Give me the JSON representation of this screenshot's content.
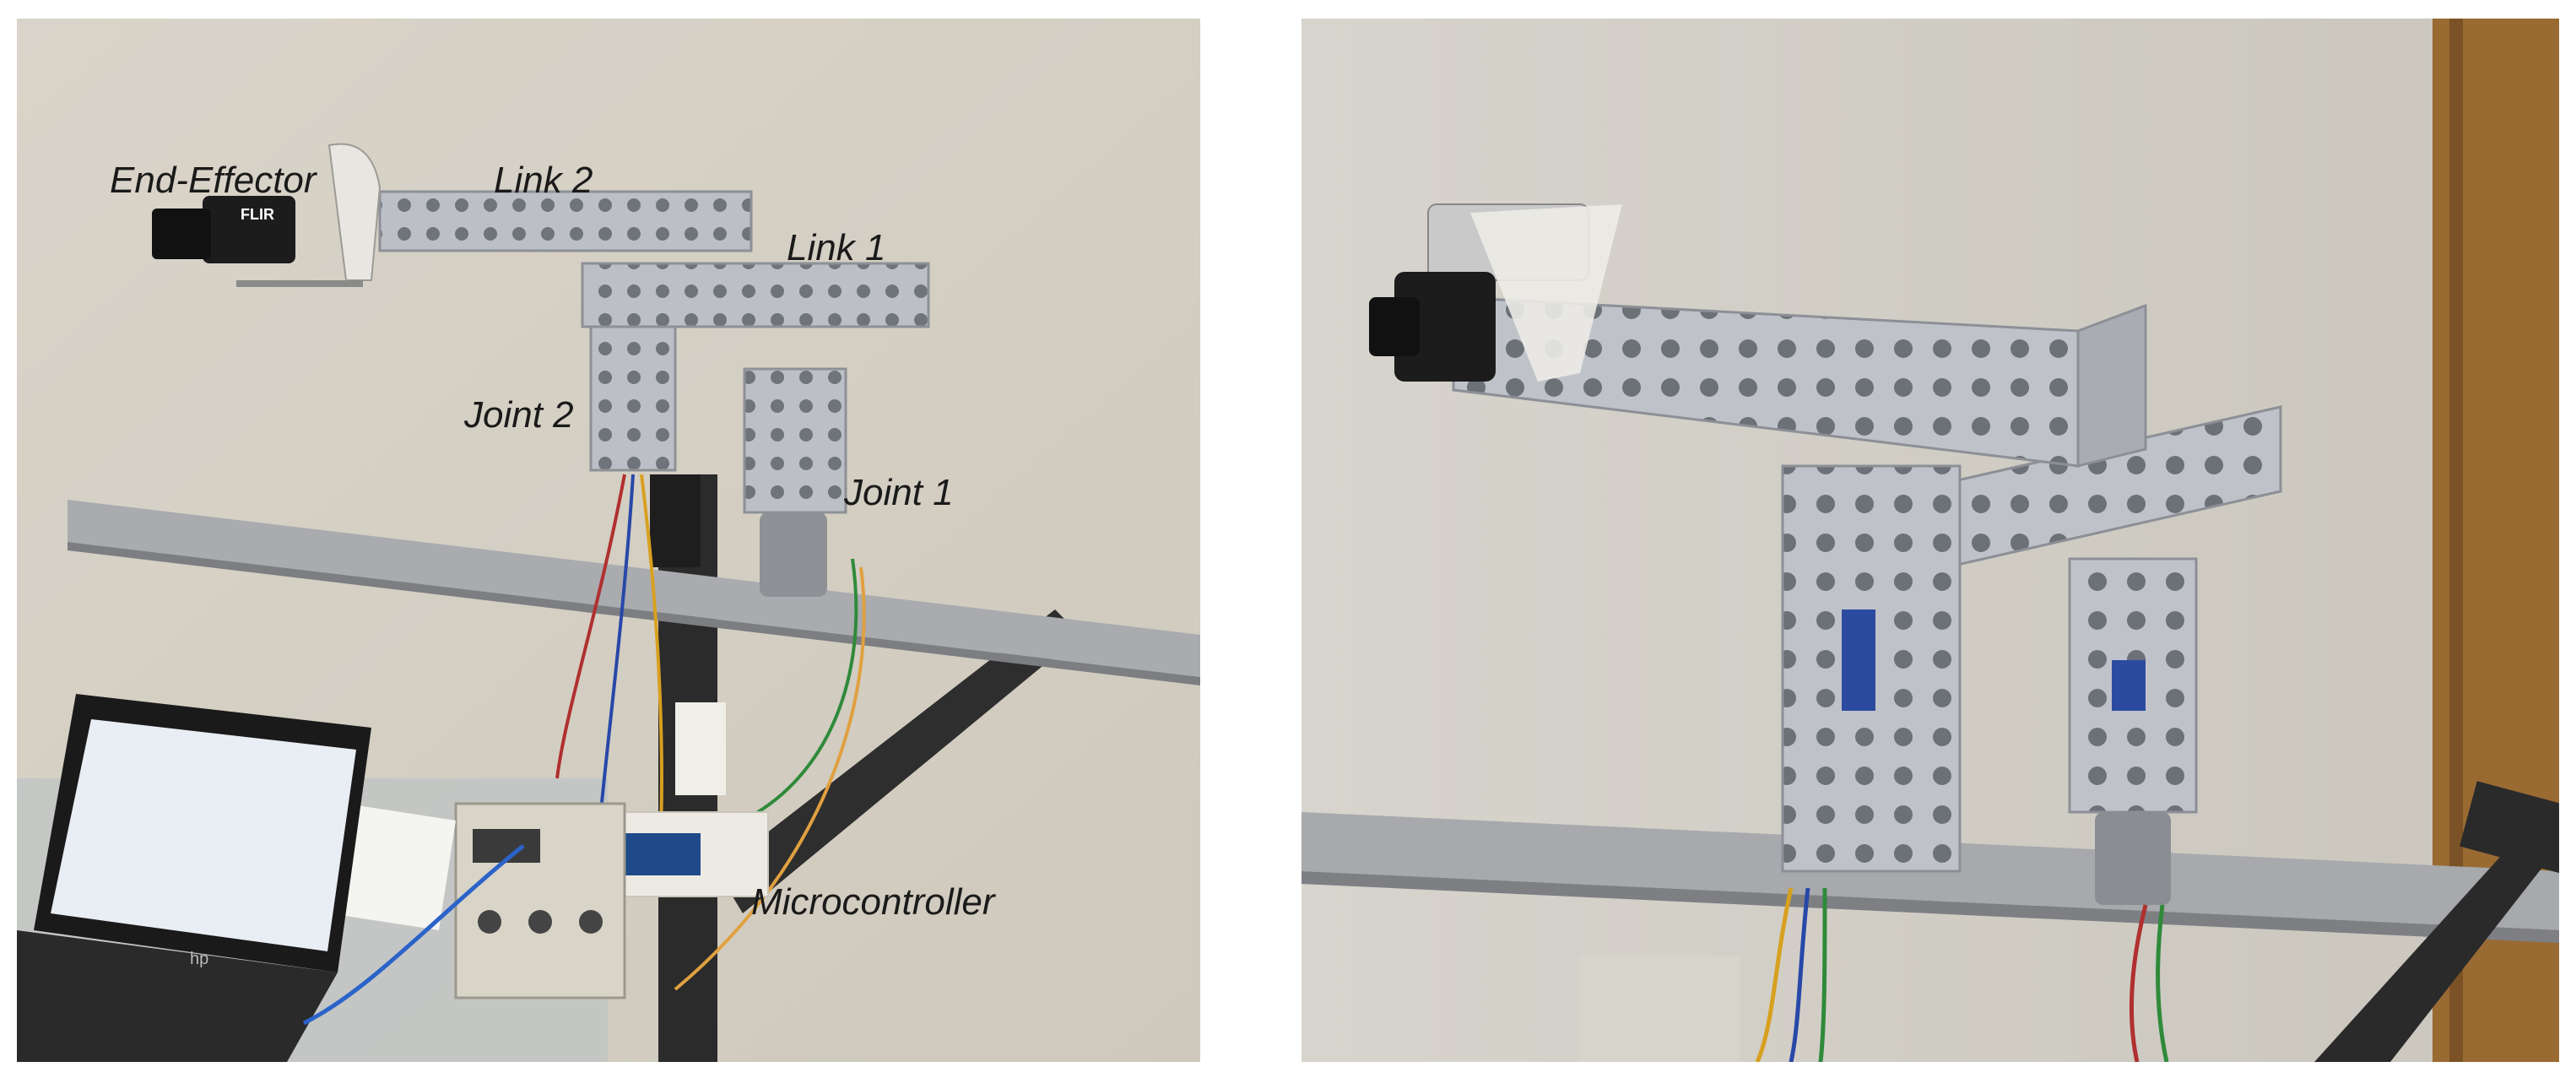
{
  "left_photo": {
    "labels": {
      "end_effector": "End-Effector",
      "link2": "Link 2",
      "link1": "Link 1",
      "joint2": "Joint 2",
      "joint1": "Joint 1",
      "microcontroller": "Microcontroller"
    },
    "camera_brand": "FLIR",
    "laptop_brand": "hp"
  },
  "colors": {
    "wall": "#dcd7cc",
    "aluminum": "#b9bdc3",
    "rail": "#a7a9ac",
    "stand": "#2a2a2a",
    "door": "#9a6a33"
  }
}
